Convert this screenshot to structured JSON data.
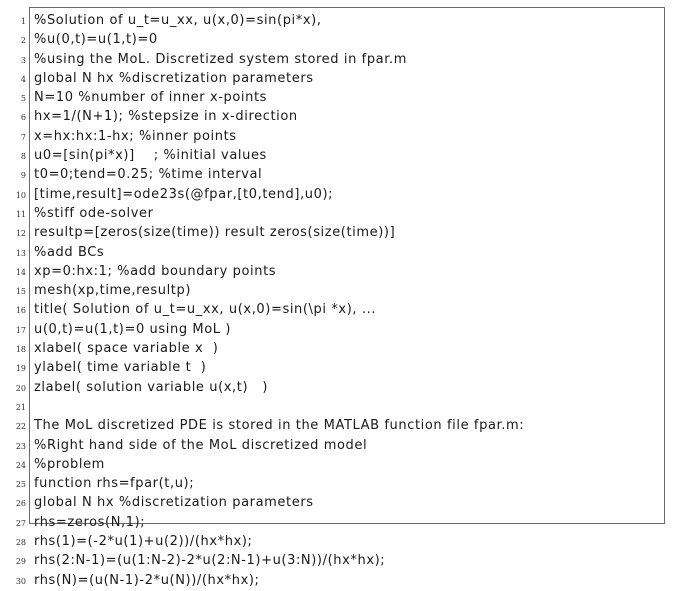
{
  "code": {
    "lines": [
      {
        "n": "1",
        "text": "%Solution of u_t=u_xx, u(x,0)=sin(pi*x),"
      },
      {
        "n": "2",
        "text": "%u(0,t)=u(1,t)=0"
      },
      {
        "n": "3",
        "text": "%using the MoL. Discretized system stored in fpar.m"
      },
      {
        "n": "4",
        "text": "global N hx %discretization parameters"
      },
      {
        "n": "5",
        "text": "N=10 %number of inner x-points"
      },
      {
        "n": "6",
        "text": "hx=1/(N+1); %stepsize in x-direction"
      },
      {
        "n": "7",
        "text": "x=hx:hx:1-hx; %inner points"
      },
      {
        "n": "8",
        "text": "u0=[sin(pi*x)]    ; %initial values"
      },
      {
        "n": "9",
        "text": "t0=0;tend=0.25; %time interval"
      },
      {
        "n": "10",
        "text": "[time,result]=ode23s(@fpar,[t0,tend],u0);"
      },
      {
        "n": "11",
        "text": "%stiff ode-solver"
      },
      {
        "n": "12",
        "text": "resultp=[zeros(size(time)) result zeros(size(time))]"
      },
      {
        "n": "13",
        "text": "%add BCs"
      },
      {
        "n": "14",
        "text": "xp=0:hx:1; %add boundary points"
      },
      {
        "n": "15",
        "text": "mesh(xp,time,resultp)"
      },
      {
        "n": "16",
        "text": "title( Solution of u_t=u_xx, u(x,0)=sin(\\pi *x), ..."
      },
      {
        "n": "17",
        "text": "u(0,t)=u(1,t)=0 using MoL )"
      },
      {
        "n": "18",
        "text": "xlabel( space variable x  )"
      },
      {
        "n": "19",
        "text": "ylabel( time variable t  )"
      },
      {
        "n": "20",
        "text": "zlabel( solution variable u(x,t)   )"
      },
      {
        "n": "21",
        "text": ""
      },
      {
        "n": "22",
        "text": "The MoL discretized PDE is stored in the MATLAB function file fpar.m:"
      },
      {
        "n": "23",
        "text": "%Right hand side of the MoL discretized model"
      },
      {
        "n": "24",
        "text": "%problem"
      },
      {
        "n": "25",
        "text": "function rhs=fpar(t,u);"
      },
      {
        "n": "26",
        "text": "global N hx %discretization parameters"
      },
      {
        "n": "27",
        "text": "rhs=zeros(N,1);"
      },
      {
        "n": "28",
        "text": "rhs(1)=(-2*u(1)+u(2))/(hx*hx);"
      },
      {
        "n": "29",
        "text": "rhs(2:N-1)=(u(1:N-2)-2*u(2:N-1)+u(3:N))/(hx*hx);"
      },
      {
        "n": "30",
        "text": "rhs(N)=(u(N-1)-2*u(N))/(hx*hx);"
      }
    ]
  }
}
